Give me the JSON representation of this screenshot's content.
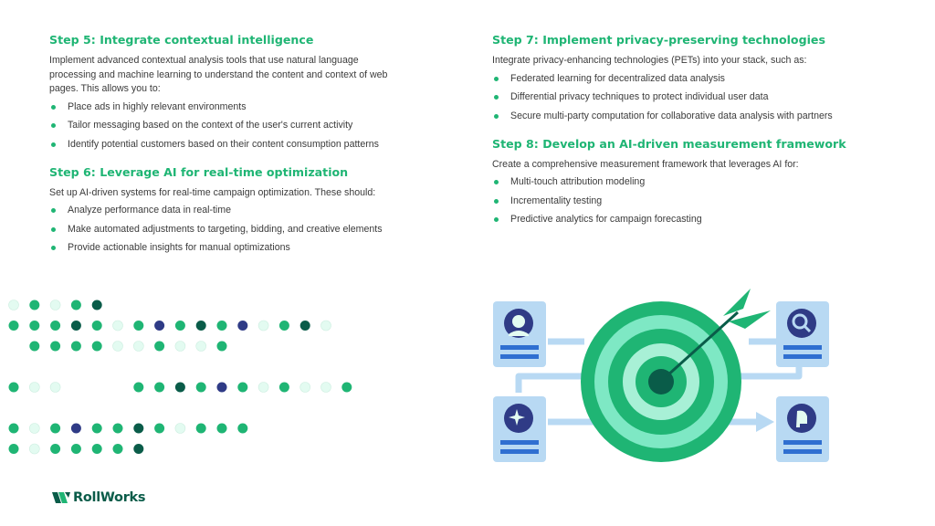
{
  "left_column": {
    "step5": {
      "title": "Step 5: Integrate contextual intelligence",
      "intro_line1": "Implement advanced contextual analysis tools that use natural language",
      "intro_line2": "processing and machine learning to understand the content and context of web",
      "intro_line3": "pages. This allows you to:",
      "bullets": [
        "Place ads in highly relevant environments",
        "Tailor messaging based on the context of the user's current activity",
        "Identify potential customers based on their content consumption patterns"
      ]
    },
    "step6": {
      "title": "Step 6: Leverage AI for real-time optimization",
      "intro_line1": "Set up AI-driven systems for real-time campaign optimization. These should:",
      "bullets": [
        "Analyze performance data in real-time",
        "Make automated adjustments to targeting, bidding, and creative elements",
        "Provide actionable insights for manual optimizations"
      ]
    }
  },
  "right_column": {
    "step7": {
      "title": "Step 7: Implement privacy-preserving technologies",
      "intro_line1": "Integrate privacy-enhancing technologies (PETs) into your stack, such as:",
      "bullets": [
        "Federated learning for decentralized data analysis",
        "Differential privacy techniques to protect individual user data",
        "Secure multi-party computation for collaborative data analysis with partners"
      ]
    },
    "step8": {
      "title": "Step 8: Develop an AI-driven measurement framework",
      "intro_line1": "Create a comprehensive measurement framework that leverages AI for:",
      "bullets": [
        "Multi-touch attribution modeling",
        "Incrementality testing",
        "Predictive analytics for campaign forecasting"
      ]
    }
  },
  "logo": {
    "text": "RollWorks"
  },
  "colors": {
    "accent_green": "#1fb574",
    "dark_teal": "#0a5c49",
    "navy": "#2f3b86",
    "mint": "#e3fbf1",
    "light_blue": "#b8d9f3"
  },
  "decoration": {
    "dot_grid": [
      [
        "mint",
        "green",
        "mint",
        "green",
        "teal"
      ],
      [
        "green",
        "green",
        "green",
        "teal",
        "green",
        "mint",
        "green",
        "navy",
        "green",
        "teal",
        "green",
        "navy",
        "mint",
        "green",
        "teal",
        "mint"
      ],
      [
        "",
        "green",
        "green",
        "green",
        "green",
        "mint",
        "mint",
        "green",
        "mint",
        "mint",
        "green"
      ],
      [],
      [
        "green",
        "mint",
        "mint",
        "",
        "",
        "",
        "green",
        "green",
        "teal",
        "green",
        "navy",
        "green",
        "mint",
        "green",
        "mint",
        "mint",
        "green"
      ],
      [],
      [
        "green",
        "mint",
        "green",
        "navy",
        "green",
        "green",
        "teal",
        "green",
        "mint",
        "green",
        "green",
        "green"
      ],
      [
        "green",
        "mint",
        "green",
        "green",
        "green",
        "green",
        "teal"
      ]
    ]
  }
}
